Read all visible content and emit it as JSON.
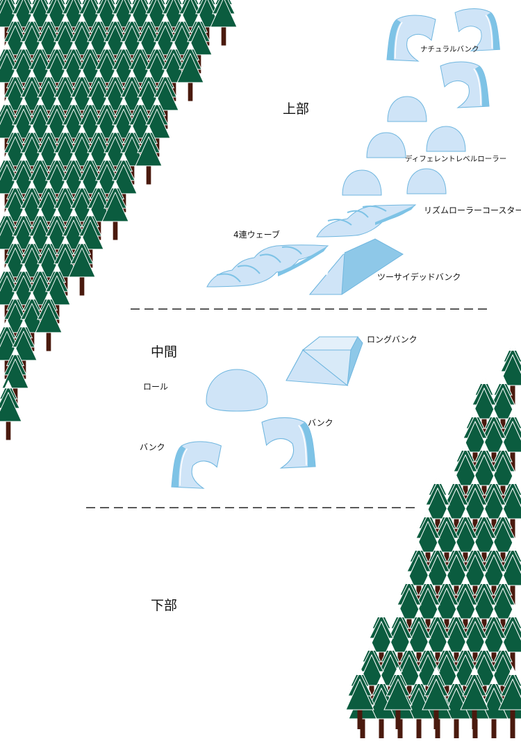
{
  "sections": {
    "top": "上部",
    "middle": "中間",
    "bottom": "下部"
  },
  "features": {
    "natural_bank": "ナチュラルバンク",
    "different_level_roller": "ディフェレントレベルローラー",
    "rhythm_roller_coaster": "リズムローラーコースター",
    "four_wave": "4連ウェーブ",
    "two_sided_bank": "ツーサイデッドバンク",
    "long_bank": "ロングバンク",
    "roll": "ロール",
    "bank_right": "バンク",
    "bank_left": "バンク"
  },
  "colors": {
    "tree_canopy": "#0b5c3f",
    "tree_snow": "#ffffff",
    "tree_trunk": "#4a1a0e",
    "ice_light": "#cfe4f7",
    "ice_mid": "#a9d2ef",
    "ice_dark": "#7ec3e6",
    "ice_outline": "#6fb6df",
    "divider": "#222222"
  },
  "icons": {
    "tree": "pine-tree-icon",
    "bank": "bank-feature-icon",
    "roller": "roller-bump-icon"
  }
}
